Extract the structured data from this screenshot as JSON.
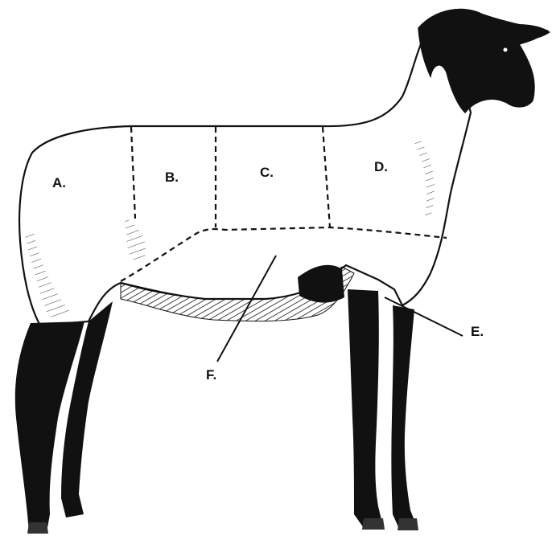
{
  "labels": {
    "a": "A.",
    "b": "B.",
    "c": "C.",
    "d": "D.",
    "e": "E.",
    "f": "F."
  },
  "colors": {
    "ink": "#111111",
    "paper": "#ffffff"
  }
}
